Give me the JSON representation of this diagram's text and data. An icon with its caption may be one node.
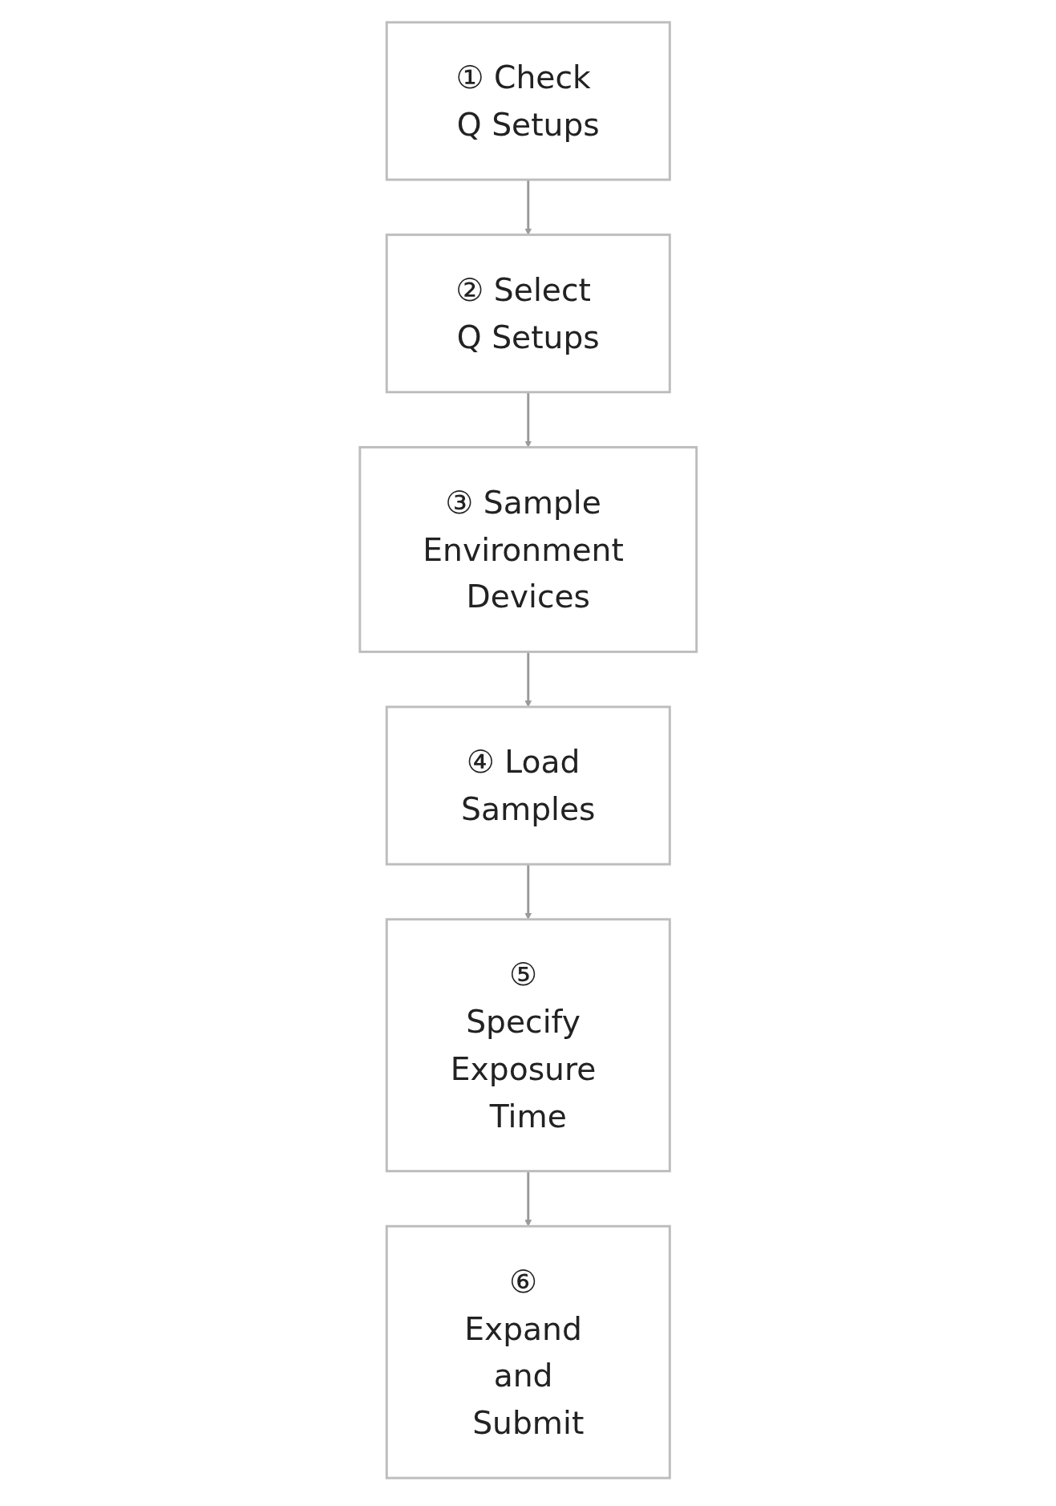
{
  "diagram": {
    "nodes": [
      {
        "text": [
          "① Check Q Setups"
        ]
      },
      {
        "text": [
          "② Select Q Setups"
        ]
      },
      {
        "text": [
          "③ Sample Environment Devices"
        ]
      },
      {
        "text": [
          "④ Load Samples"
        ]
      },
      {
        "text": [
          "⑤ Specify Exposure Time"
        ]
      },
      {
        "text": [
          "⑥ Expand and Submit"
        ]
      }
    ],
    "edges": [
      {
        "from": 0,
        "to": 1,
        "arrow": "to"
      },
      {
        "from": 1,
        "to": 2,
        "arrow": "to"
      },
      {
        "from": 2,
        "to": 3,
        "arrow": "to"
      },
      {
        "from": 3,
        "to": 4,
        "arrow": "to"
      },
      {
        "from": 4,
        "to": 5,
        "arrow": "to"
      }
    ]
  }
}
